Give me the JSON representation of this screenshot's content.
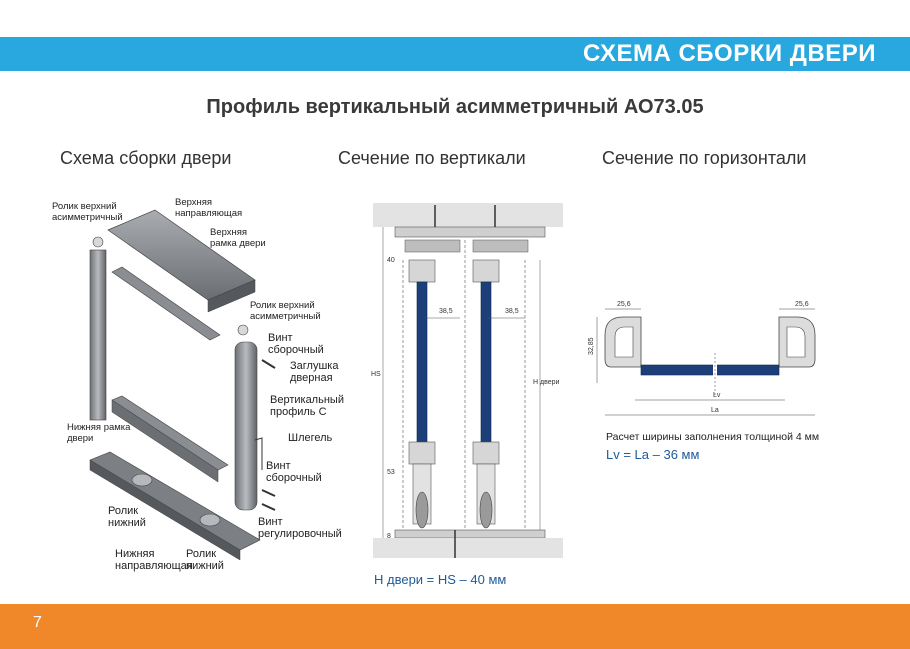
{
  "banner": {
    "title": "СХЕМА СБОРКИ ДВЕРИ"
  },
  "subtitle": "Профиль вертикальный асимметричный АО73.05",
  "columns": {
    "assembly": "Схема сборки двери",
    "vertical": "Сечение по вертикали",
    "horizontal": "Сечение по горизонтали"
  },
  "assembly_labels": {
    "upper_roller_1": "Ролик верхний асимметричный",
    "upper_guide": "Верхняя направляющая",
    "upper_frame": "Верхняя рамка двери",
    "upper_roller_2": "Ролик верхний асимметричный",
    "assembly_screw_1": "Винт сборочный",
    "door_cap": "Заглушка дверная",
    "vertical_profile": "Вертикальный профиль С",
    "shlegel": "Шлегель",
    "lower_frame": "Нижняя рамка двери",
    "assembly_screw_2": "Винт сборочный",
    "lower_roller_1": "Ролик нижний",
    "adjust_screw": "Винт регулировочный",
    "lower_guide": "Нижняя направляющая",
    "lower_roller_2": "Ролик нижний"
  },
  "vertical_section": {
    "dims": {
      "top": "40",
      "offset_left": "38,5",
      "offset_right": "38,5",
      "hs": "HS",
      "h_door": "Н двери",
      "d53": "53",
      "d8": "8"
    },
    "formula": "Н двери = HS – 40 мм"
  },
  "horizontal_section": {
    "dims": {
      "left": "25,6",
      "right": "25,6",
      "height": "32,85",
      "lv": "Lv",
      "la": "La"
    },
    "note": "Расчет ширины заполнения толщиной 4 мм",
    "formula": "Lv = La – 36 мм"
  },
  "footer": {
    "page": "7"
  },
  "colors": {
    "banner": "#29a8df",
    "footer": "#f0882a",
    "panel": "#1c3f7a",
    "formula": "#1f5a9a"
  }
}
